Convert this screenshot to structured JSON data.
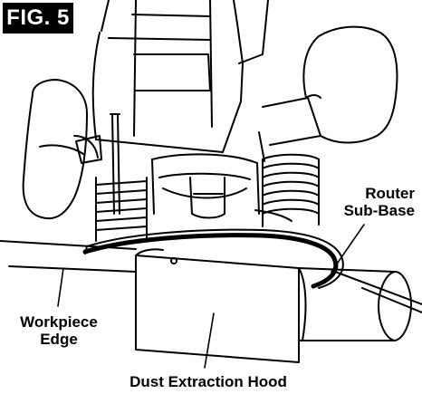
{
  "figure": {
    "badge_label": "FIG. 5"
  },
  "callouts": {
    "router_subbase_line1": "Router",
    "router_subbase_line2": "Sub-Base",
    "workpiece_edge_line1": "Workpiece",
    "workpiece_edge_line2": "Edge",
    "dust_hood": "Dust Extraction Hood"
  },
  "colors": {
    "ink": "#000000",
    "paper": "#ffffff"
  }
}
